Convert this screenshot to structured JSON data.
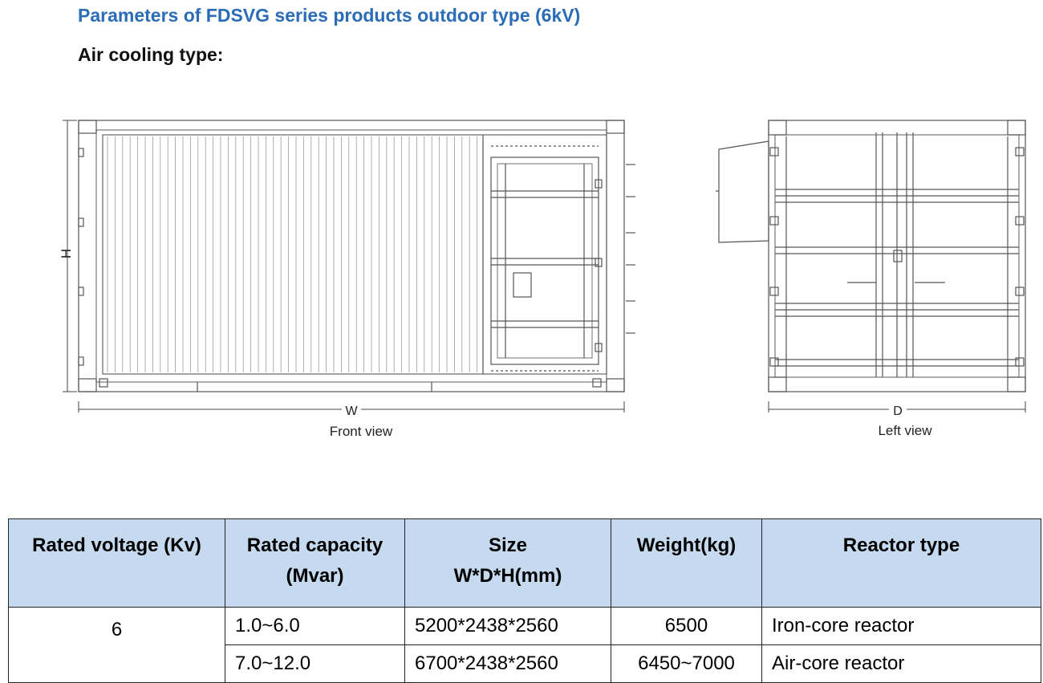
{
  "header": {
    "title": "Parameters of FDSVG series products outdoor type (6kV)",
    "subtitle": "Air cooling type:"
  },
  "drawings": {
    "front": {
      "height_label": "H",
      "width_label": "W",
      "caption": "Front view"
    },
    "left": {
      "depth_label": "D",
      "caption": "Left view"
    }
  },
  "table": {
    "headers": {
      "voltage": "Rated voltage (Kv)",
      "capacity_line1": "Rated capacity",
      "capacity_line2": "(Mvar)",
      "size_line1": "Size",
      "size_line2": "W*D*H(mm)",
      "weight": "Weight(kg)",
      "reactor": "Reactor type"
    },
    "voltage": "6",
    "rows": [
      {
        "capacity": "1.0~6.0",
        "size": "5200*2438*2560",
        "weight": "6500",
        "reactor": "Iron-core reactor"
      },
      {
        "capacity": "7.0~12.0",
        "size": "6700*2438*2560",
        "weight": "6450~7000",
        "reactor": "Air-core reactor"
      }
    ]
  },
  "colors": {
    "title": "#2b6cb6",
    "header_bg": "#c5d9ef"
  }
}
